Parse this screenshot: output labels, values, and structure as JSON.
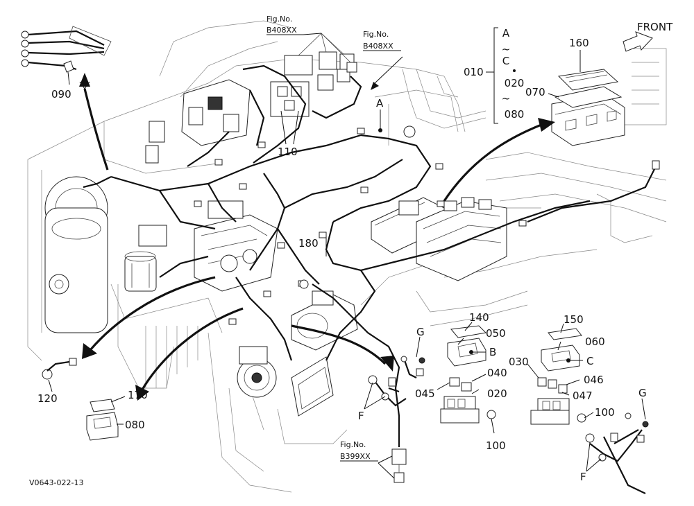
{
  "labels": {
    "front": "FRONT",
    "fig_b408_a_title": "Fig.No.",
    "fig_b408_a_code": "B408XX",
    "fig_b408_b_title": "Fig.No.",
    "fig_b408_b_code": "B408XX",
    "fig_b399_title": "Fig.No.",
    "fig_b399_code": "B399XX",
    "variant_a": "A",
    "variant_c": "C",
    "range_020": "020",
    "range_080": "080",
    "part_010": "010",
    "part_020": "020",
    "part_030": "030",
    "part_040": "040",
    "part_045": "045",
    "part_046": "046",
    "part_047": "047",
    "part_050": "050",
    "part_060": "060",
    "part_070": "070",
    "part_080": "080",
    "part_090": "090",
    "part_100_a": "100",
    "part_100_b": "100",
    "part_110": "110",
    "part_120": "120",
    "part_140": "140",
    "part_150": "150",
    "part_160": "160",
    "part_170": "170",
    "part_180": "180",
    "ref_a": "A",
    "ref_b": "B",
    "ref_c": "C",
    "ref_f_1": "F",
    "ref_f_2": "F",
    "ref_g_1": "G",
    "ref_g_2": "G",
    "drawing_code": "V0643-022-13"
  }
}
